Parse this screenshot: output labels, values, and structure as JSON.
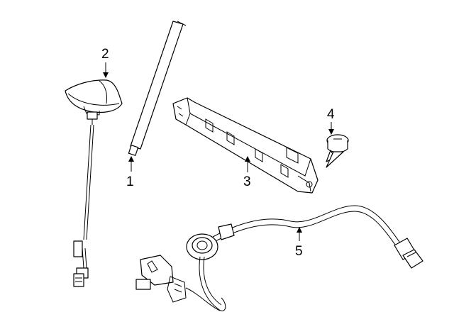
{
  "callouts": [
    {
      "label": "1",
      "name": "antenna-mast"
    },
    {
      "label": "2",
      "name": "antenna-base"
    },
    {
      "label": "3",
      "name": "antenna-module"
    },
    {
      "label": "4",
      "name": "push-pin-fastener"
    },
    {
      "label": "5",
      "name": "antenna-cable"
    }
  ]
}
